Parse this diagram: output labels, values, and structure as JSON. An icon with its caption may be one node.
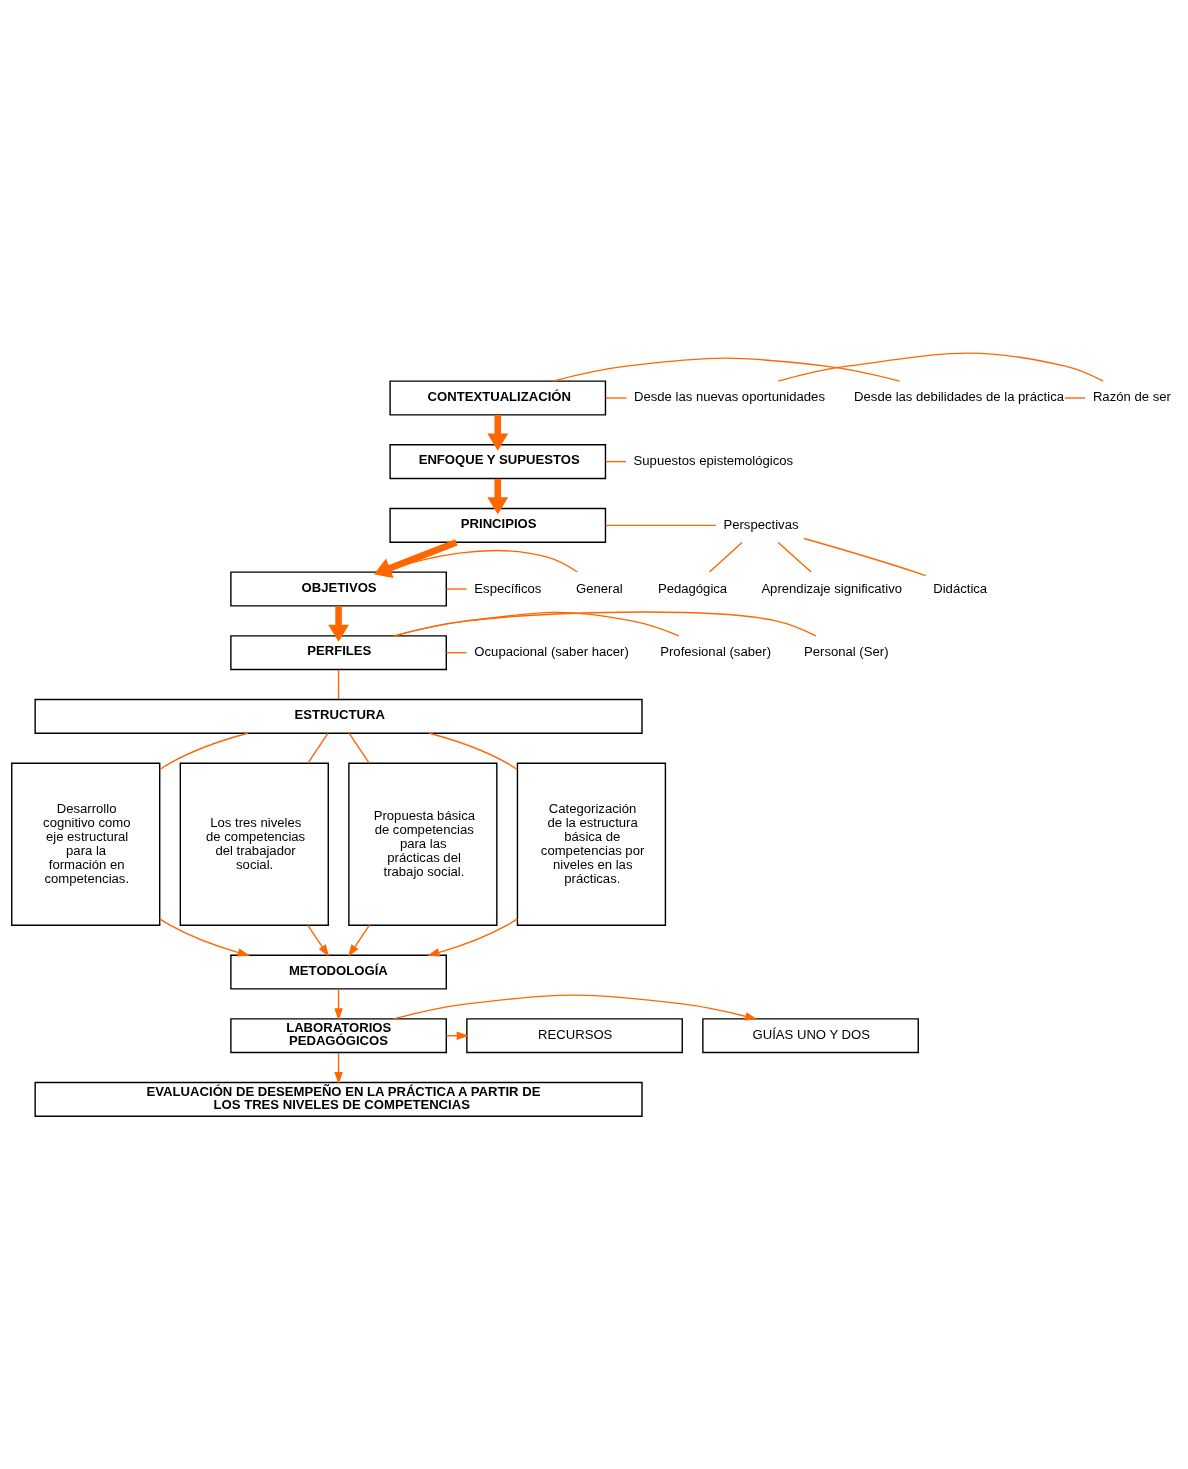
{
  "diagram": {
    "nodes": [
      {
        "text": [
          "CONTEXTUALIZACIÓN"
        ]
      },
      {
        "text": [
          "Desde las debilidades de la práctica"
        ]
      },
      {
        "text": [
          "Desde las nuevas oportunidades"
        ]
      },
      {
        "text": [
          "Razón de ser"
        ]
      },
      {
        "text": [
          "ENFOQUE Y SUPUESTOS"
        ]
      },
      {
        "text": [
          "Supuestos epistemológicos"
        ]
      },
      {
        "text": [
          "PRINCIPIOS"
        ]
      },
      {
        "text": [
          "Perspectivas"
        ]
      },
      {
        "text": [
          "Pedagógica"
        ]
      },
      {
        "text": [
          "Aprendizaje significativo"
        ]
      },
      {
        "text": [
          "Didáctica"
        ]
      },
      {
        "text": [
          "OBJETIVOS"
        ]
      },
      {
        "text": [
          "General"
        ]
      },
      {
        "text": [
          "Específicos"
        ]
      },
      {
        "text": [
          "PERFILES"
        ]
      },
      {
        "text": [
          "Personal (Ser)"
        ]
      },
      {
        "text": [
          "Profesional (saber)"
        ]
      },
      {
        "text": [
          "Ocupacional (saber hacer)"
        ]
      },
      {
        "text": [
          "ESTRUCTURA"
        ]
      },
      {
        "text": [
          "Desarrollo cognitivo como eje estructural para la formación en competencias."
        ]
      },
      {
        "text": [
          "Los tres niveles de competencias del trabajador social."
        ]
      },
      {
        "text": [
          "Propuesta básica de competencias para las prácticas del trabajo social."
        ]
      },
      {
        "text": [
          "Categorización de la estructura básica de competencias por niveles en las prácticas."
        ]
      },
      {
        "text": [
          "METODOLOGÍA"
        ]
      },
      {
        "text": [
          "LABORATORIOS PEDAGÓGICOS"
        ]
      },
      {
        "text": [
          "GUÍAS UNO Y DOS"
        ]
      },
      {
        "text": [
          "RECURSOS"
        ]
      },
      {
        "text": [
          "EVALUACIÓN DE DESEMPEÑO EN LA PRÁCTICA A PARTIR DE LOS TRES NIVELES DE COMPETENCIAS"
        ]
      }
    ],
    "edges": [
      {
        "from": 0,
        "to": 1,
        "arrow": "none"
      },
      {
        "from": 0,
        "to": 2,
        "arrow": "none"
      },
      {
        "from": 1,
        "to": 3,
        "arrow": "none"
      },
      {
        "from": 2,
        "to": 3,
        "arrow": "none"
      },
      {
        "from": 0,
        "to": 4,
        "arrow": "to",
        "style": "thick"
      },
      {
        "from": 4,
        "to": 5,
        "arrow": "none"
      },
      {
        "from": 4,
        "to": 6,
        "arrow": "to",
        "style": "thick"
      },
      {
        "from": 6,
        "to": 7,
        "arrow": "none"
      },
      {
        "from": 7,
        "to": 8,
        "arrow": "none"
      },
      {
        "from": 7,
        "to": 9,
        "arrow": "none"
      },
      {
        "from": 7,
        "to": 10,
        "arrow": "none"
      },
      {
        "from": 6,
        "to": 11,
        "arrow": "to",
        "style": "thick"
      },
      {
        "from": 11,
        "to": 12,
        "arrow": "none"
      },
      {
        "from": 11,
        "to": 13,
        "arrow": "none"
      },
      {
        "from": 11,
        "to": 14,
        "arrow": "to",
        "style": "thick"
      },
      {
        "from": 14,
        "to": 15,
        "arrow": "none"
      },
      {
        "from": 14,
        "to": 16,
        "arrow": "none"
      },
      {
        "from": 14,
        "to": 17,
        "arrow": "none"
      },
      {
        "from": 14,
        "to": 18,
        "arrow": "none"
      },
      {
        "from": 18,
        "to": 19,
        "arrow": "none"
      },
      {
        "from": 18,
        "to": 20,
        "arrow": "none"
      },
      {
        "from": 18,
        "to": 21,
        "arrow": "none"
      },
      {
        "from": 18,
        "to": 22,
        "arrow": "none"
      },
      {
        "from": 19,
        "to": 23,
        "arrow": "to"
      },
      {
        "from": 20,
        "to": 23,
        "arrow": "to"
      },
      {
        "from": 21,
        "to": 23,
        "arrow": "to"
      },
      {
        "from": 22,
        "to": 23,
        "arrow": "to"
      },
      {
        "from": 23,
        "to": 24,
        "arrow": "to"
      },
      {
        "from": 24,
        "to": 25,
        "arrow": "to"
      },
      {
        "from": 24,
        "to": 26,
        "arrow": "to"
      },
      {
        "from": 24,
        "to": 27,
        "arrow": "to"
      }
    ]
  }
}
